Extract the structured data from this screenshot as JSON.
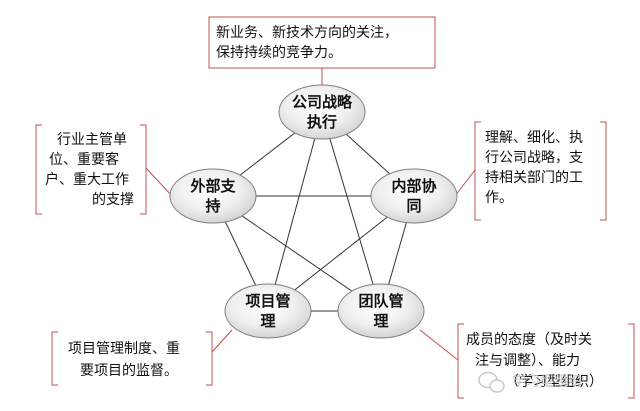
{
  "colors": {
    "node_fill_light": "#ffffff",
    "node_fill_dark": "#d0d0d0",
    "node_border": "#7f7f7f",
    "edge": "#333333",
    "bracket": "#c0504d",
    "connector": "#c0504d",
    "watermark": "#bfbfbf"
  },
  "nodes": {
    "strategy": {
      "line1": "公司战略",
      "line2": "执行"
    },
    "external": {
      "line1": "外部支",
      "line2": "持"
    },
    "internal": {
      "line1": "内部协",
      "line2": "同"
    },
    "project": {
      "line1": "项目管",
      "line2": "理"
    },
    "team": {
      "line1": "团队管",
      "line2": "理"
    }
  },
  "annotations": {
    "top": {
      "line1": "新业务、新技术方向的关注，",
      "line2": "保持持续的竞争力。"
    },
    "left": {
      "line1": "行业主管单",
      "line2": "位、重要客",
      "line3": "户、重大工作",
      "line4": "的支撑"
    },
    "right": {
      "line1": "理解、细化、执",
      "line2": "行公司战略，支",
      "line3": "持相关部门的工",
      "line4": "作。"
    },
    "bottom_left": {
      "line1": "项目管理制度、重",
      "line2": "要项目的监督。"
    },
    "bottom_right": {
      "line1": "成员的态度（及时关",
      "line2": "注与调整）、能力",
      "line3": "（学习型组织）"
    }
  },
  "watermark": {
    "icon": "wechat-icon",
    "text": "学习型组织"
  }
}
